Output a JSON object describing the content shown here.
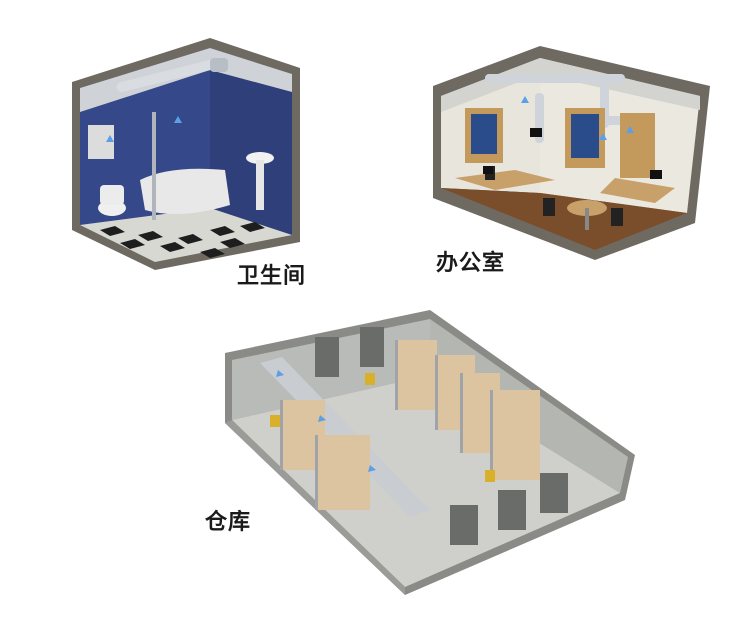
{
  "labels": {
    "bathroom": "卫生间",
    "office": "办公室",
    "warehouse": "仓库"
  }
}
